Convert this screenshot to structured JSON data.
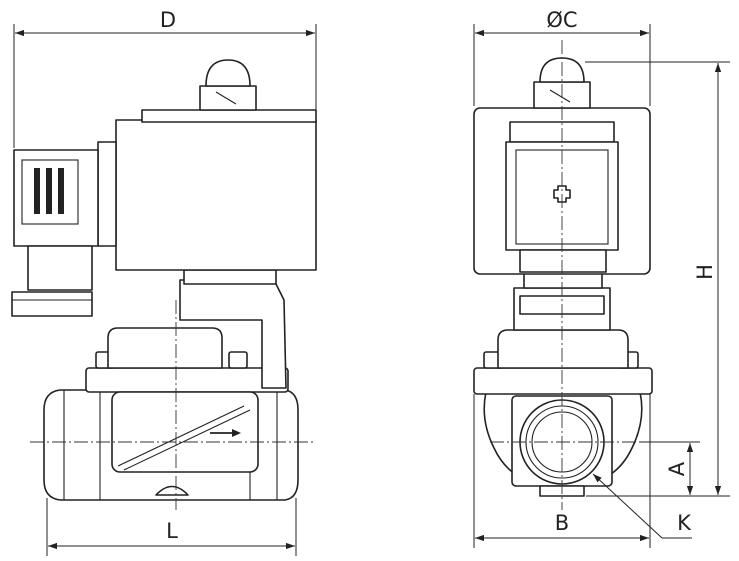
{
  "labels": {
    "D": "D",
    "C": "ØC",
    "H": "H",
    "L": "L",
    "B": "B",
    "A": "A",
    "K": "K"
  }
}
